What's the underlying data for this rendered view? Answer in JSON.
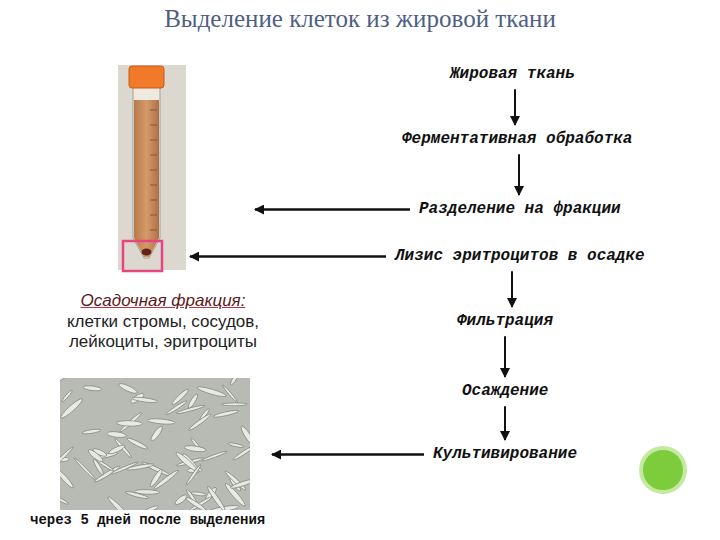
{
  "diagram": {
    "title": "Выделение клеток из жировой ткани",
    "nodes": [
      {
        "text": [
          "Жировая ткань"
        ]
      },
      {
        "text": [
          "Ферментативная обработка"
        ]
      },
      {
        "text": [
          "Разделение на фракции"
        ]
      },
      {
        "text": [
          "Лизис эритроцитов в осадке"
        ]
      },
      {
        "text": [
          "Фильтрация"
        ]
      },
      {
        "text": [
          "Осаждение"
        ]
      },
      {
        "text": [
          "Культивирование"
        ]
      }
    ],
    "edges": [
      {
        "from": 0,
        "to": 1,
        "arrow": "to"
      },
      {
        "from": 1,
        "to": 2,
        "arrow": "to"
      },
      {
        "from": 3,
        "to": 4,
        "arrow": "to"
      },
      {
        "from": 4,
        "to": 5,
        "arrow": "to"
      },
      {
        "from": 5,
        "to": 6,
        "arrow": "to"
      }
    ],
    "labels": [
      "Осадочная фракция:",
      "клетки стромы, сосудов, лейкоциты, эритроциты",
      "через 5 дней после выделения"
    ]
  }
}
